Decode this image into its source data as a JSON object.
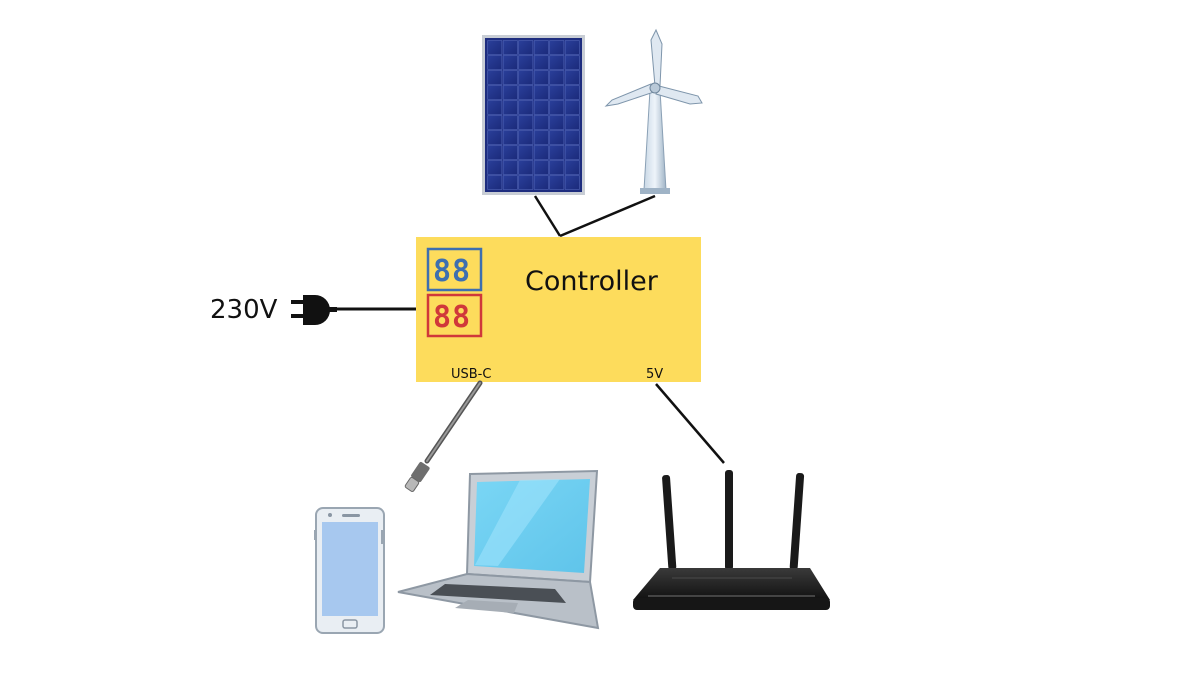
{
  "controller": {
    "title": "Controller",
    "display_top": "88",
    "display_bottom": "88",
    "port_left": "USB-C",
    "port_right": "5V"
  },
  "power_input": {
    "label": "230V"
  },
  "sources": {
    "solar": "solar-panel-icon",
    "wind": "wind-turbine-icon"
  },
  "devices": {
    "phone": "smartphone-icon",
    "laptop": "laptop-icon",
    "router": "wifi-router-icon"
  },
  "colors": {
    "controller_fill": "#fddc5c",
    "display_blue": "#3e6fb0",
    "display_red": "#d0383a",
    "wire": "#111111"
  }
}
